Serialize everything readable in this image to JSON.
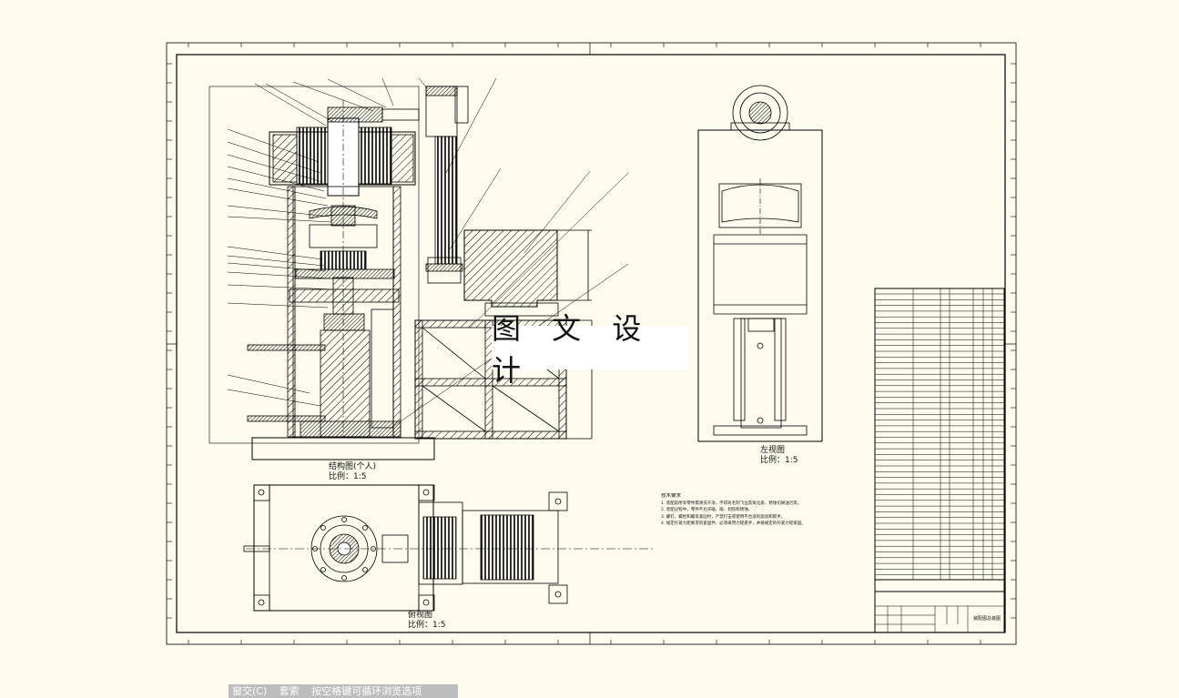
{
  "watermark": "图 文 设 计",
  "views": {
    "front": {
      "name": "结构图(个人)",
      "scale_label": "比例：",
      "scale": "1:5"
    },
    "side": {
      "name": "左视图",
      "scale_label": "比例：",
      "scale": "1:5"
    },
    "top": {
      "name": "俯视图",
      "scale_label": "比例：",
      "scale": "1:5"
    }
  },
  "notes": {
    "title": "技术要求",
    "items": [
      "1. 装配前所有零件需清洗干净，不得有毛刺飞边及氧化皮、锈蚀切屑油污等。",
      "2. 装配过程中，零件不允许磕、碰、划伤和锈蚀。",
      "3. 螺钉、螺栓和螺母紧固时，严禁打击或使用不合适的旋具和扳手。",
      "4. 规定拧紧力矩要求的紧固件，必须采用力矩扳手，并按规定的拧紧力矩紧固。"
    ]
  },
  "title_block": {
    "drawing_name": "装配图总装图"
  },
  "status_bar": {
    "items": [
      "窗交(C)",
      "套索",
      "按空格键可循环浏览选项"
    ]
  },
  "colors": {
    "background": "#fdfbee",
    "line": "#000000",
    "status_bar": "#bdbdbd"
  }
}
